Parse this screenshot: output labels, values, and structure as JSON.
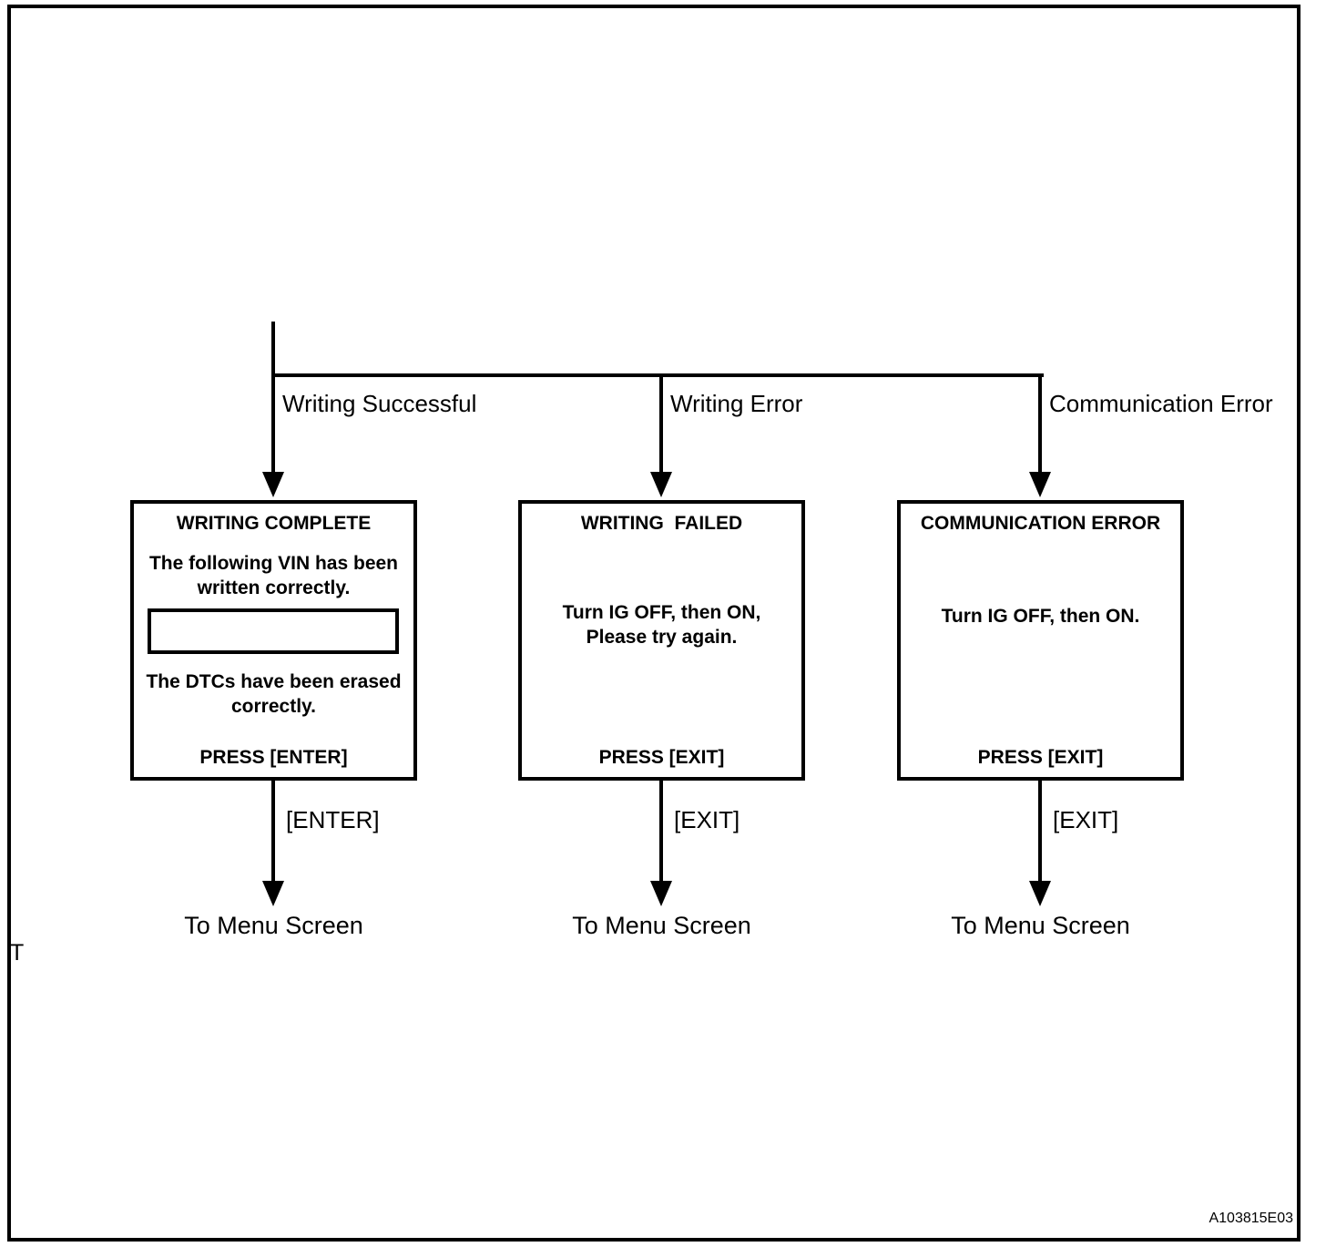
{
  "page": {
    "background": "#ffffff",
    "ink_color": "#000000"
  },
  "figure": {
    "code": "A103815E03",
    "left_margin_label": "T"
  },
  "flow": {
    "branches": [
      {
        "label": "Writing Successful",
        "screen": {
          "title": "WRITING COMPLETE",
          "message_top": "The following VIN has been\nwritten correctly.",
          "vin_field_value": "",
          "message_bottom": "The DTCs have been erased\ncorrectly.",
          "press": "PRESS [ENTER]"
        },
        "key_label": "[ENTER]",
        "destination": "To Menu Screen"
      },
      {
        "label": "Writing Error",
        "screen": {
          "title": "WRITING  FAILED",
          "message": "Turn IG OFF, then ON,\nPlease try again.",
          "press": "PRESS [EXIT]"
        },
        "key_label": "[EXIT]",
        "destination": "To Menu Screen"
      },
      {
        "label": "Communication Error",
        "screen": {
          "title": "COMMUNICATION ERROR",
          "message": "Turn IG OFF, then ON.",
          "press": "PRESS [EXIT]"
        },
        "key_label": "[EXIT]",
        "destination": "To Menu Screen"
      }
    ]
  }
}
